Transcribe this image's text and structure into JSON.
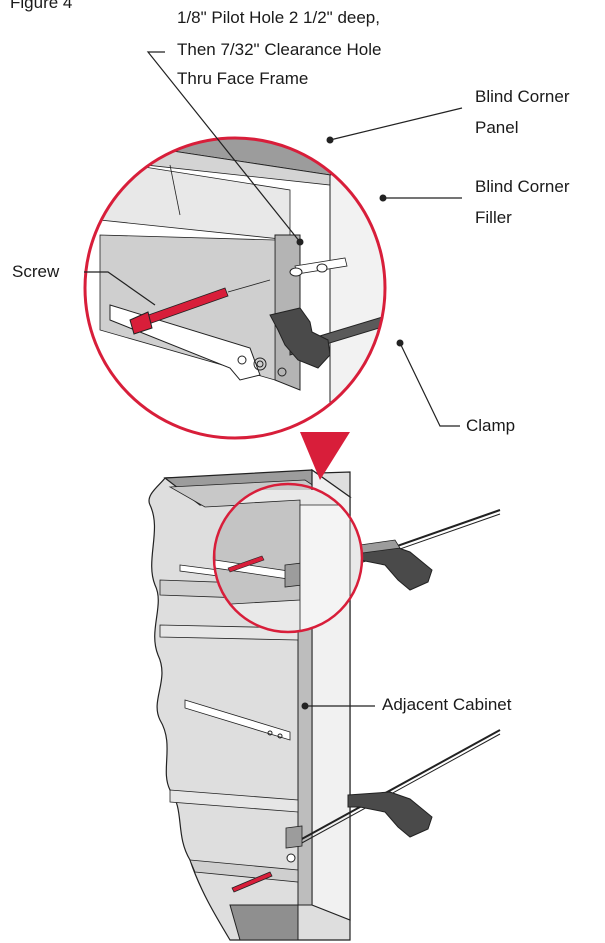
{
  "figure_label": "Figure 4",
  "callouts": {
    "pilot_hole": [
      "1/8\" Pilot Hole 2 1/2\"  deep,",
      "Then 7/32\" Clearance Hole",
      "Thru Face Frame"
    ],
    "panel": [
      "Blind Corner",
      "Panel"
    ],
    "filler": [
      "Blind Corner",
      "Filler"
    ],
    "screw": "Screw",
    "clamp": "Clamp",
    "adjacent": "Adjacent Cabinet"
  },
  "colors": {
    "accent": "#d81e3a",
    "screw": "#d81e3a",
    "panel_gray": "#b9b9b9",
    "light_gray": "#dcdcdc",
    "clamp_dark": "#4a4a4a"
  }
}
